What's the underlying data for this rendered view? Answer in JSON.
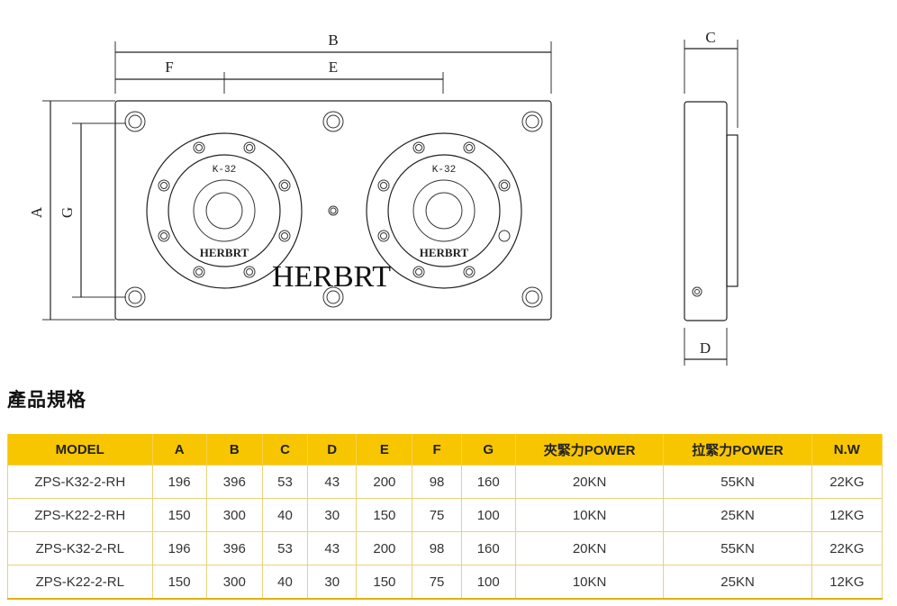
{
  "drawing": {
    "dims": {
      "A": "A",
      "B": "B",
      "C": "C",
      "D": "D",
      "E": "E",
      "F": "F",
      "G": "G"
    },
    "model_label": "K-32",
    "brand_small": "HERBRT",
    "brand_big": "HERBRT"
  },
  "section_title": "產品規格",
  "table": {
    "headers": [
      "MODEL",
      "A",
      "B",
      "C",
      "D",
      "E",
      "F",
      "G",
      "夾緊力POWER",
      "拉緊力POWER",
      "N.W"
    ],
    "rows": [
      [
        "ZPS-K32-2-RH",
        "196",
        "396",
        "53",
        "43",
        "200",
        "98",
        "160",
        "20KN",
        "55KN",
        "22KG"
      ],
      [
        "ZPS-K22-2-RH",
        "150",
        "300",
        "40",
        "30",
        "150",
        "75",
        "100",
        "10KN",
        "25KN",
        "12KG"
      ],
      [
        "ZPS-K32-2-RL",
        "196",
        "396",
        "53",
        "43",
        "200",
        "98",
        "160",
        "20KN",
        "55KN",
        "22KG"
      ],
      [
        "ZPS-K22-2-RL",
        "150",
        "300",
        "40",
        "30",
        "150",
        "75",
        "100",
        "10KN",
        "25KN",
        "12KG"
      ]
    ]
  }
}
